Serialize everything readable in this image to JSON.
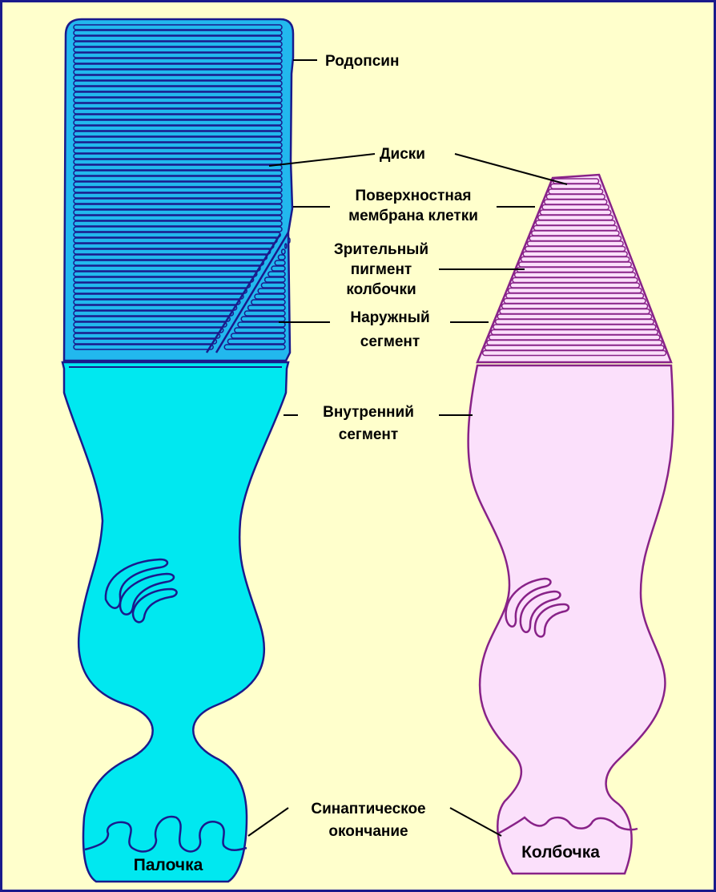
{
  "labels": {
    "rhodopsin": "Родопсин",
    "discs": "Диски",
    "surface_membrane_l1": "Поверхностная",
    "surface_membrane_l2": "мембрана клетки",
    "visual_pigment_l1": "Зрительный",
    "visual_pigment_l2": "пигмент",
    "visual_pigment_l3": "колбочки",
    "outer_segment_l1": "Наружный",
    "outer_segment_l2": "сегмент",
    "inner_segment_l1": "Внутренний",
    "inner_segment_l2": "сегмент",
    "synaptic_l1": "Синаптическое",
    "synaptic_l2": "окончание",
    "rod": "Палочка",
    "cone": "Колбочка"
  },
  "colors": {
    "background": "#FFFFCC",
    "frame": "#1A1A8C",
    "rod_fill": "#00E8F0",
    "rod_disc_fill": "#22B8EE",
    "rod_stroke": "#1A1A8C",
    "cone_fill": "#FBE0FB",
    "cone_stroke": "#882288"
  }
}
